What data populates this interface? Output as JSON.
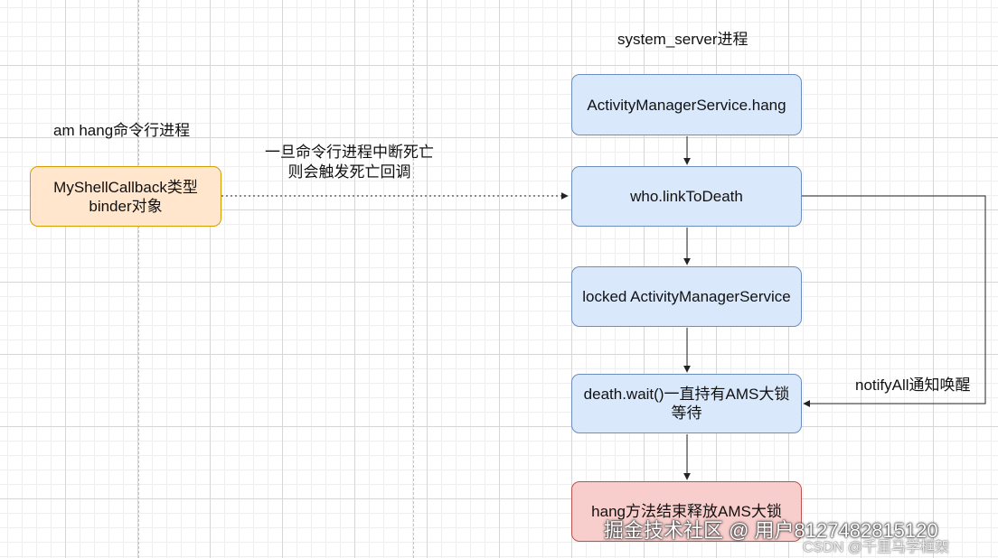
{
  "labels": {
    "system_server": "system_server进程",
    "am_hang": "am hang命令行进程",
    "death_line1": "一旦命令行进程中断死亡",
    "death_line2": "则会触发死亡回调",
    "notify": "notifyAll通知唤醒"
  },
  "nodes": {
    "callback_line1": "MyShellCallback类型",
    "callback_line2": "binder对象",
    "hang": "ActivityManagerService.hang",
    "link": "who.linkToDeath",
    "locked": "locked  ActivityManagerService",
    "wait_line1": "death.wait()一直持有AMS大锁",
    "wait_line2": "等待",
    "release": "hang方法结束释放AMS大锁"
  },
  "watermark": {
    "main": "掘金技术社区 @ 用户8127482815120",
    "csdn": "CSDN @千里马学框架"
  },
  "colors": {
    "blue_fill": "#dae8fc",
    "blue_stroke": "#6c8ebf",
    "orange_fill": "#ffe6cc",
    "orange_stroke": "#d79b00",
    "red_fill": "#f8cecc",
    "red_stroke": "#b85450",
    "edge": "#222222"
  }
}
